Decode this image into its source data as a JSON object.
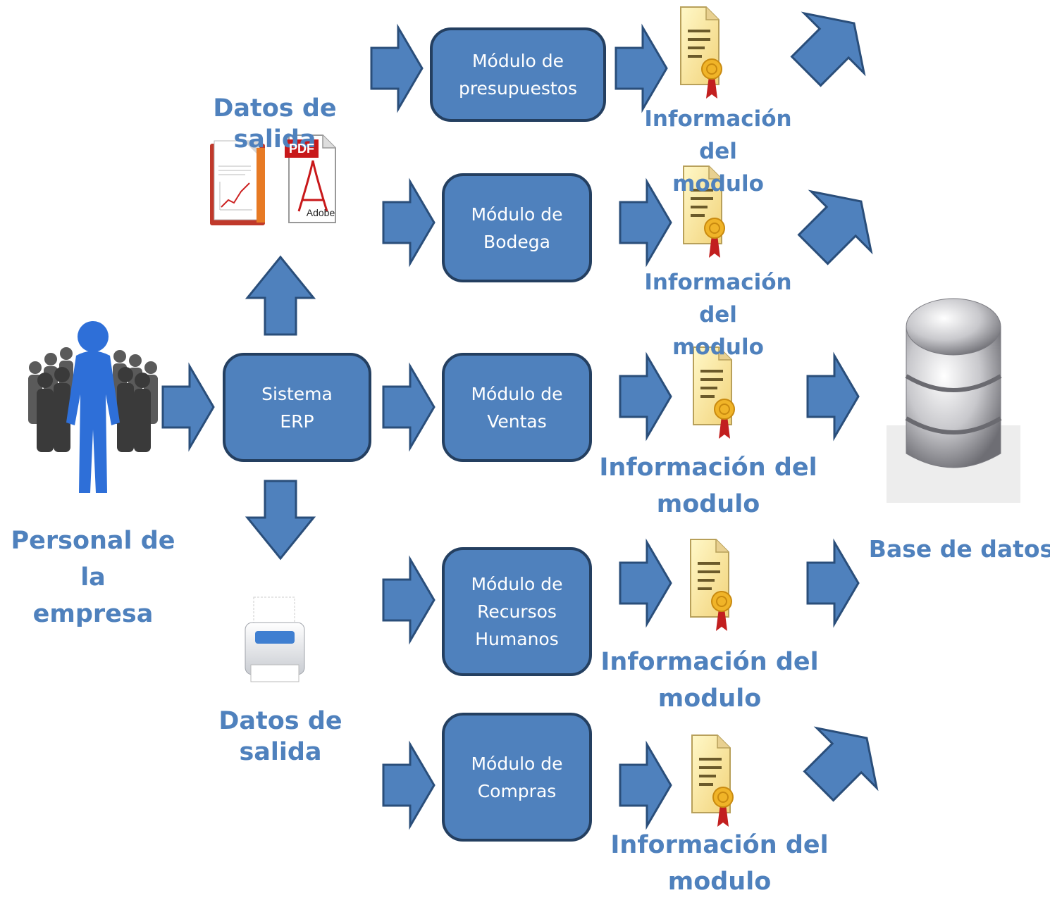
{
  "colors": {
    "arrow_fill": "#4f81bd",
    "arrow_stroke": "#2a4e7a",
    "box_fill": "#4f81bd",
    "box_border": "#243f60",
    "label_text": "#4f81bd"
  },
  "actors": {
    "personal": "Personal de la\nempresa"
  },
  "system": {
    "erp": "Sistema\nERP"
  },
  "modules": [
    "Módulo de\npresupuestos",
    "Módulo de\nBodega",
    "Módulo de\nVentas",
    "Módulo de\nRecursos\nHumanos",
    "Módulo de\nCompras"
  ],
  "outputs": {
    "top_label": "Datos de salida",
    "bottom_label": "Datos de salida",
    "pdf_badge": "PDF",
    "adobe_caption": "Adobe"
  },
  "info_labels": [
    "Información del\nmodulo",
    "Información del\nmodulo",
    "Información del\nmodulo",
    "Información del\nmodulo",
    "Información del\nmodulo"
  ],
  "database": {
    "label": "Base de datos"
  },
  "icons": [
    "people-group-icon",
    "report-document-icon",
    "pdf-document-icon",
    "printer-icon",
    "certificate-document-icon",
    "database-icon"
  ]
}
